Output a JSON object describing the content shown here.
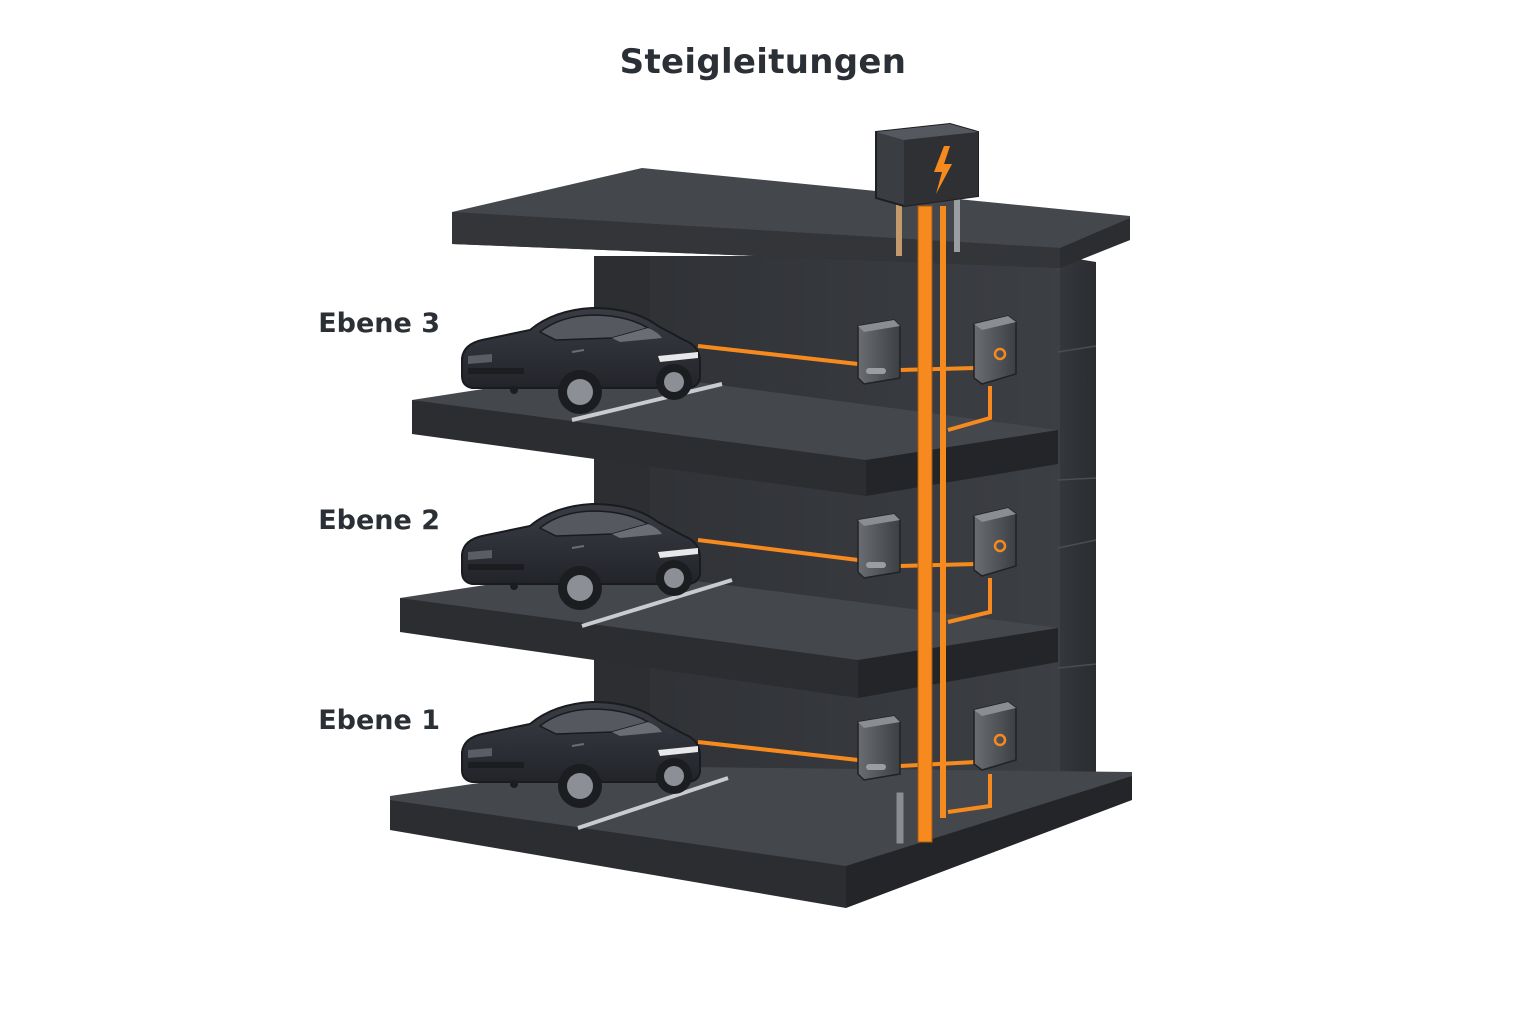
{
  "diagram": {
    "title": "Steigleitungen",
    "levels": [
      {
        "label": "Ebene 3"
      },
      {
        "label": "Ebene 2"
      },
      {
        "label": "Ebene 1"
      }
    ],
    "colors": {
      "cable": "#f68a1e",
      "structure": "#3a3d42",
      "slab_top": "#44474c",
      "slab_edge": "#2a2c30",
      "text": "#2b2f36",
      "label_bg": "#ffffff"
    },
    "icons": {
      "distribution_box": "lightning-bolt-icon",
      "wallbox": "wallbox-charger",
      "meter": "meter-box",
      "vehicle": "car"
    }
  }
}
